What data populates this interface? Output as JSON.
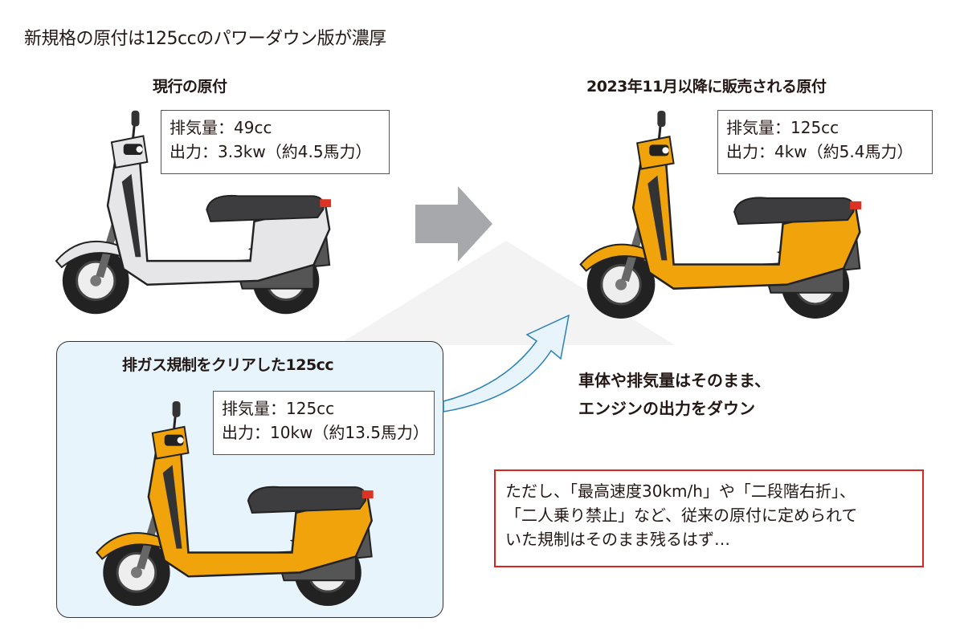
{
  "title": "新規格の原付は125ccのパワーダウン版が濃厚",
  "current": {
    "heading": "現行の原付",
    "displacement": "排気量：49cc",
    "output": "出力：3.3kw（約4.5馬力）"
  },
  "future": {
    "heading": "2023年11月以降に販売される原付",
    "displacement": "排気量：125cc",
    "output": "出力：4kw（約5.4馬力）"
  },
  "cleared": {
    "heading": "排ガス規制をクリアした125cc",
    "displacement": "排気量：125cc",
    "output": "出力：10kw（約13.5馬力）"
  },
  "explanation": [
    "車体や排気量はそのまま、",
    "エンジンの出力をダウン"
  ],
  "note": [
    "ただし、「最高速度30km/h」や「二段階右折」、",
    "「二人乗り禁止」など、従来の原付に定められて",
    "いた規制はそのまま残るはず…"
  ],
  "colors": {
    "orange": "#f0a30a",
    "white_body": "#e6e6e8",
    "panel": "#e8f4fb",
    "note_border": "#d7261e",
    "arrow": "#a7a8ac"
  }
}
